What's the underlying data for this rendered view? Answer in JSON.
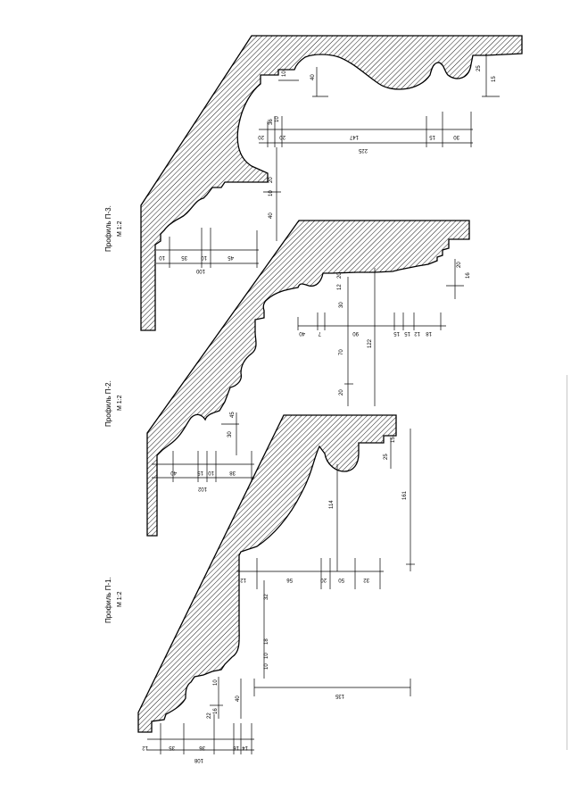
{
  "profiles": [
    {
      "title": "Профиль П-1.",
      "scale": "М 1:2",
      "dims": [
        "108",
        "12",
        "35",
        "36",
        "16",
        "14",
        "16",
        "10",
        "10",
        "18",
        "32",
        "10",
        "12",
        "40",
        "56",
        "20",
        "50",
        "32",
        "22",
        "114",
        "135",
        "161",
        "25",
        "15"
      ]
    },
    {
      "title": "Профиль П-2.",
      "scale": "М 1:2",
      "dims": [
        "102",
        "40",
        "15",
        "10",
        "38",
        "30",
        "45",
        "20",
        "70",
        "12",
        "20",
        "30",
        "40",
        "90",
        "7",
        "122",
        "15",
        "15",
        "12",
        "18",
        "20",
        "16"
      ]
    },
    {
      "title": "Профиль П-3.",
      "scale": "М 1:2",
      "dims": [
        "100",
        "10",
        "35",
        "45",
        "10",
        "40",
        "20",
        "10",
        "20",
        "225",
        "20",
        "10",
        "36",
        "147",
        "15",
        "30",
        "40",
        "10",
        "25",
        "15"
      ]
    }
  ],
  "colors": {
    "ink": "#000000",
    "paper": "#ffffff"
  }
}
